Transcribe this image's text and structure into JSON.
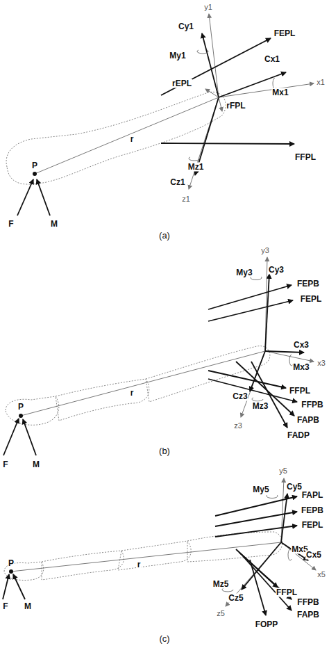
{
  "diagram": {
    "labels": [
      "y1",
      "Cy1",
      "FEPL",
      "My1",
      "x1",
      "Cx1",
      "Mx1",
      "rEPL",
      "rFPL",
      "r",
      "FFPL",
      "P",
      "Mz1",
      "Cz1",
      "z1",
      "F",
      "M",
      "(a)",
      "y3",
      "My3",
      "Cy3",
      "FEPB",
      "FEPL",
      "x3",
      "Cx3",
      "Mx3",
      "FFPL",
      "FFPB",
      "Cz3",
      "Mz3",
      "z3",
      "FAPB",
      "FADP",
      "P",
      "r",
      "F",
      "M",
      "(b)",
      "y5",
      "My5",
      "Cy5",
      "FAPL",
      "FEPB",
      "FEPL",
      "Mx5",
      "Cx5",
      "x5",
      "Mz5",
      "FFPL",
      "Cz5",
      "FFPB",
      "z5",
      "FAPB",
      "FOPP",
      "P",
      "r",
      "F",
      "M",
      "(c)"
    ]
  }
}
